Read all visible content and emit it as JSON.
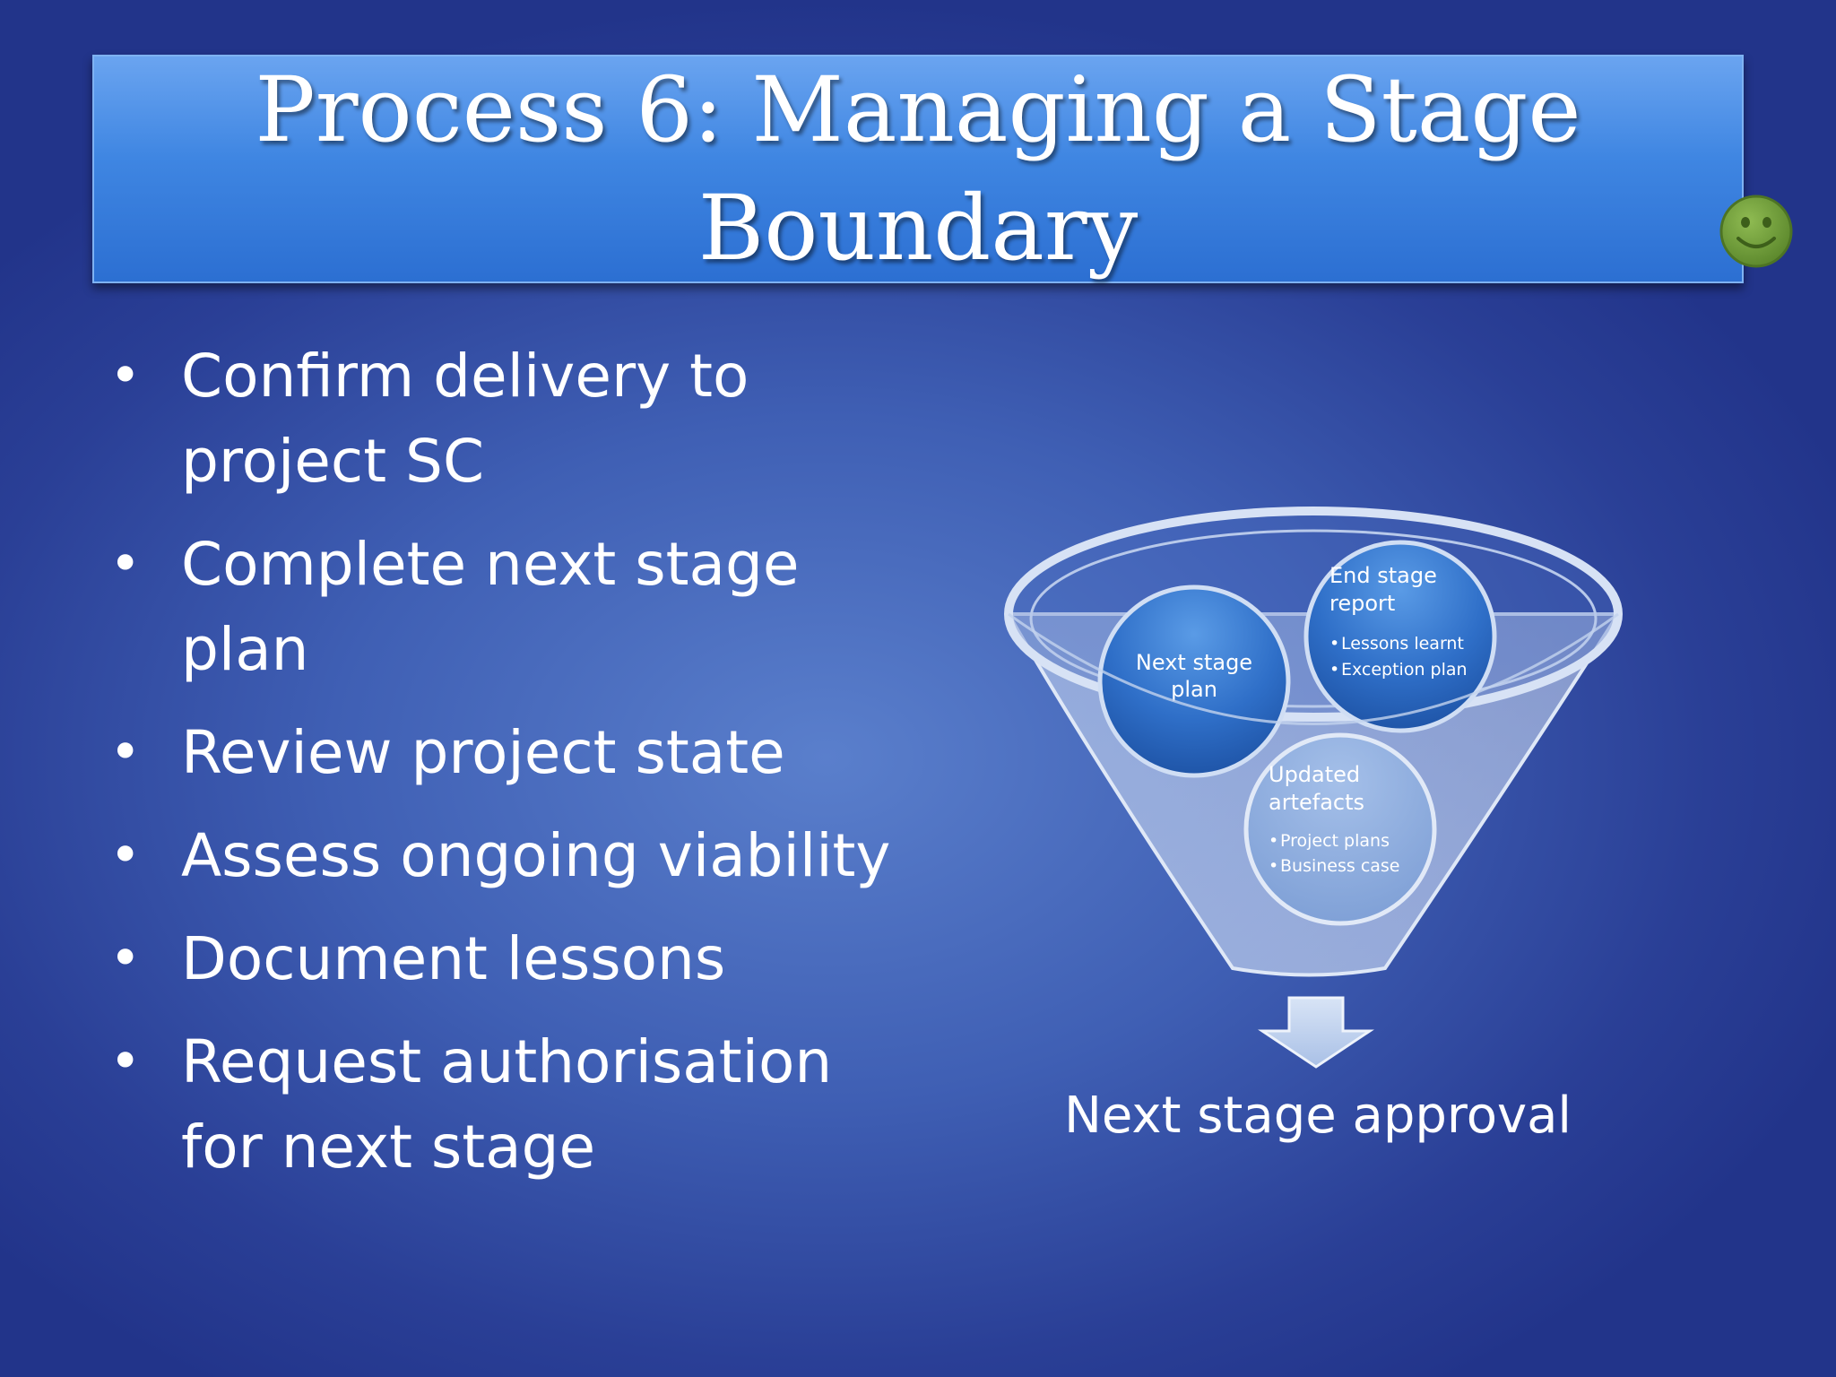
{
  "slide": {
    "title": "Process 6: Managing a Stage Boundary",
    "bullets": [
      "Confirm delivery to project SC",
      "Complete next stage plan",
      "Review project state",
      "Assess ongoing viability",
      "Document lessons",
      "Request authorisation for next stage"
    ]
  },
  "funnel": {
    "circles": [
      {
        "title_lines": [
          "Next stage",
          "plan"
        ],
        "items": []
      },
      {
        "title_lines": [
          "End stage",
          "report"
        ],
        "items": [
          "Lessons learnt",
          "Exception plan"
        ]
      },
      {
        "title_lines": [
          "Updated",
          "artefacts"
        ],
        "items": [
          "Project plans",
          "Business case"
        ]
      }
    ],
    "output_label": "Next stage approval"
  },
  "icons": {
    "smiley": "smiley-face-icon",
    "arrow": "down-arrow-icon"
  },
  "colors": {
    "title_bar": "#3f86e2",
    "smiley_fill": "#6f9a3a",
    "circle_fill": "#2f6fc8"
  }
}
